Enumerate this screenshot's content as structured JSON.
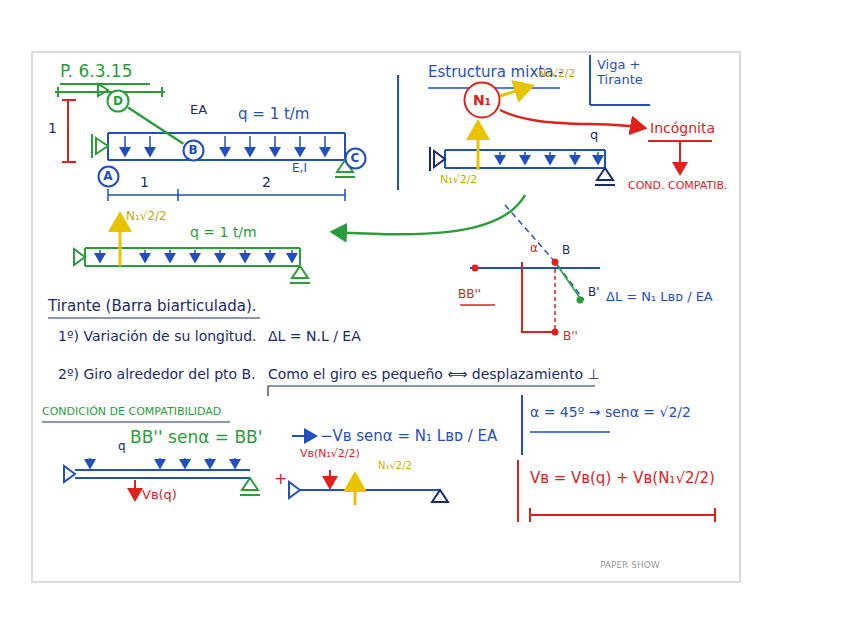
{
  "diagram": {
    "title": "P. 6.3.15",
    "nodes": [
      {
        "text": [
          "D"
        ]
      },
      {
        "text": [
          "B"
        ]
      },
      {
        "text": [
          "A"
        ]
      },
      {
        "text": [
          "C"
        ]
      },
      {
        "text": [
          "N₁"
        ]
      }
    ],
    "edges": [
      {
        "from": 0,
        "to": 1,
        "arrow": "none"
      }
    ],
    "labels": [
      "EA",
      "q = 1 t/m",
      "1",
      "1",
      "2",
      "E,I",
      "Estructura mixta.-",
      "Viga + Tirante",
      "N₁√2/2",
      "q",
      "Incógnita",
      "COND. COMPATIB.",
      "N₁√2/2",
      "N₁√2/2",
      "q = 1 t/m",
      "Tirante (Barra biarticulada).",
      "1º) Variación de su longitud.",
      "ΔL = N.L / EA",
      "2º) Giro alrededor del pto B.",
      "Como el giro es pequeño ⟺ desplazamiento ⊥",
      "CONDICIÓN DE COMPATIBILIDAD",
      "BB'' senα = BB'",
      "−Vʙ senα = N₁ Lʙᴅ / EA",
      "α = 45º → senα = √2/2",
      "Vʙ = Vʙ(q) + Vʙ(N₁√2/2)",
      "q",
      "Vʙ(q)",
      "+",
      "Vʙ(N₁√2/2)",
      "N₁√2/2",
      "BB''",
      "B",
      "B'",
      "B''",
      "α",
      "ΔL = N₁ Lʙᴅ / EA",
      "PAPER SHOW"
    ]
  }
}
